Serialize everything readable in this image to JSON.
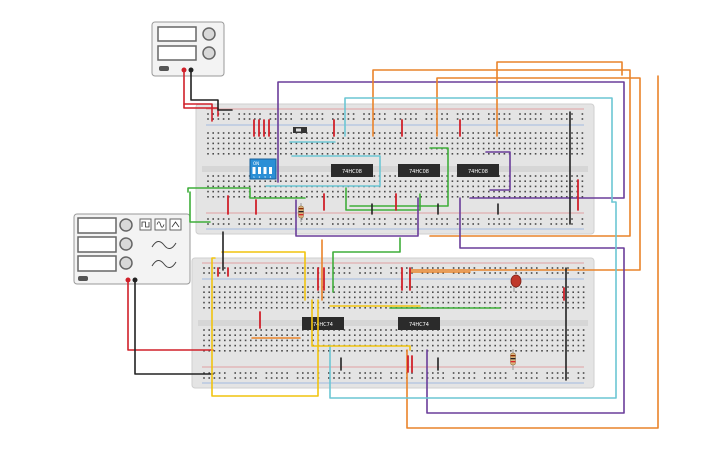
{
  "colors": {
    "breadboard": "#e4e4e4",
    "rail_red": "#d9262a",
    "rail_blue": "#2a6fd6",
    "hole": "#4a4a4a",
    "chip": "#2b2b2b",
    "chip_text": "#ffffff",
    "wire_orange": "#e9832a",
    "wire_purple": "#6a3d9a",
    "wire_cyan": "#6cc6d4",
    "wire_green": "#3fae3a",
    "wire_yellow": "#f1c40f",
    "wire_black": "#222222",
    "wire_red": "#d0202a",
    "dip_switch": "#2b8fd6",
    "led": "#c0392b",
    "instrument": "#f3f3f3"
  },
  "power_supply": {
    "name": "dc-power-supply"
  },
  "function_generator": {
    "name": "function-generator"
  },
  "dip_switch": {
    "label": "ON",
    "positions": [
      "1",
      "2",
      "3",
      "4"
    ]
  },
  "top_board": {
    "chips": [
      {
        "label": "74HC08"
      },
      {
        "label": "74HC08"
      },
      {
        "label": "74HC08"
      }
    ]
  },
  "bottom_board": {
    "chips": [
      {
        "label": "74HC74"
      },
      {
        "label": "74HC74"
      }
    ]
  }
}
